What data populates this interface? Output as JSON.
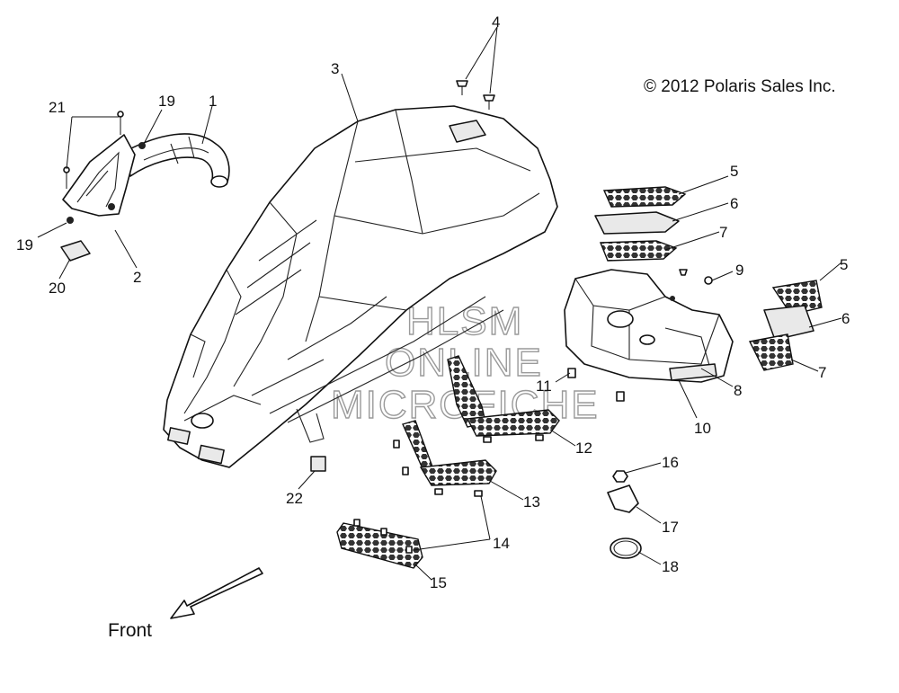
{
  "copyright": "© 2012 Polaris Sales Inc.",
  "front_label": "Front",
  "watermark": {
    "line1": "HLSM",
    "line2": "ONLINE",
    "line3": "MICROFICHE"
  },
  "callouts": [
    "1",
    "2",
    "3",
    "4",
    "5",
    "6",
    "7",
    "8",
    "9",
    "10",
    "11",
    "12",
    "13",
    "14",
    "15",
    "16",
    "17",
    "18",
    "19",
    "20",
    "21",
    "22"
  ],
  "callouts_repeat": {
    "c19b": "19",
    "c5b": "5",
    "c6b": "6",
    "c7b": "7"
  }
}
